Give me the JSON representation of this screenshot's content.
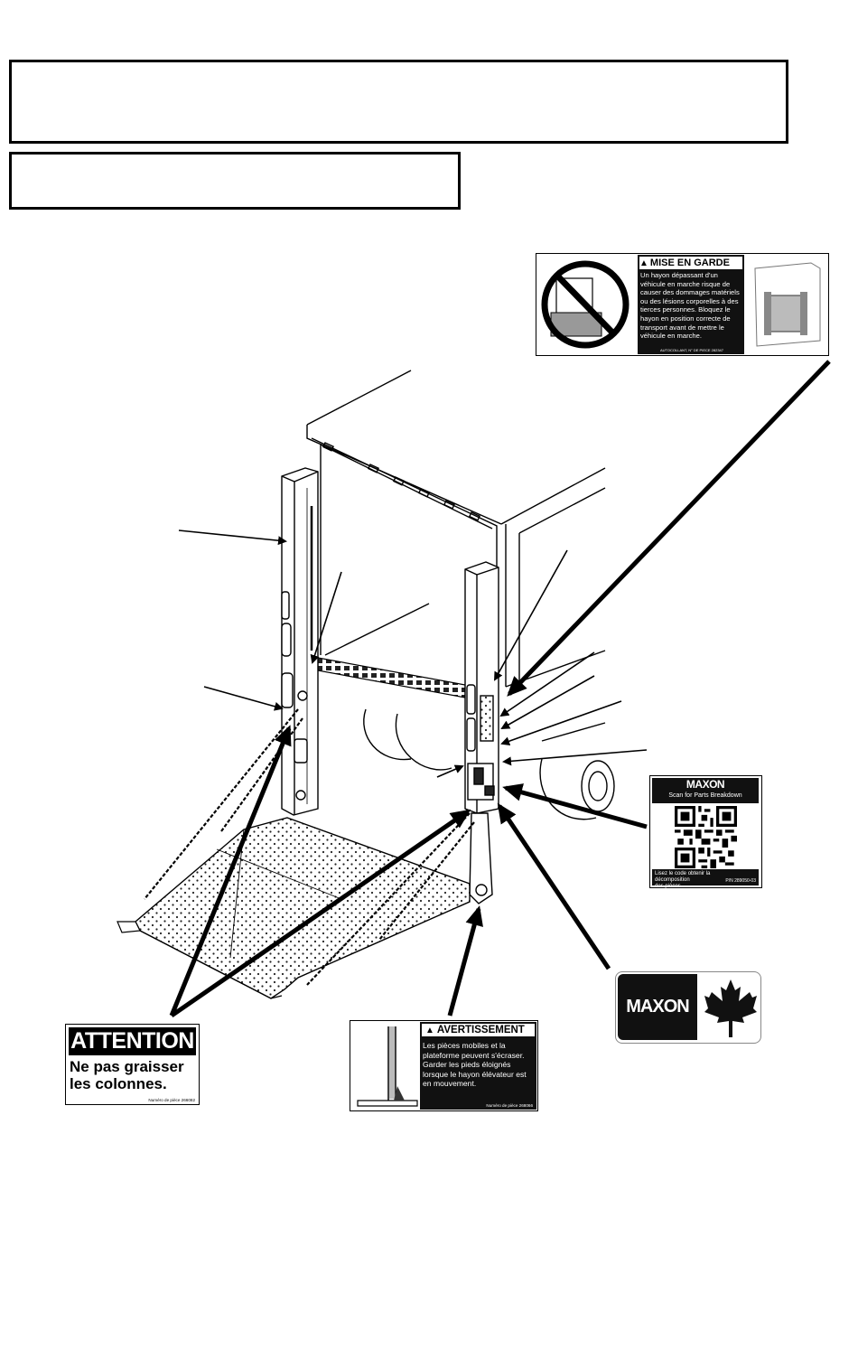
{
  "header": {
    "title_box_text": "",
    "subtitle_box_text": ""
  },
  "decals": {
    "mise_en_garde": {
      "header": "MISE EN GARDE",
      "body": "Un hayon dépassant d'un véhicule en marche risque de causer des dommages matériels ou des lésions corporelles à des tierces personnes. Bloquez le hayon en position correcte de transport avant de mettre le véhicule en marche.",
      "part_number": "AUTOCOLLANT, N° DE PIECE 282347"
    },
    "avertissement": {
      "header": "AVERTISSEMENT",
      "body": "Les pièces mobiles et la plateforme peuvent s'écraser. Garder les pieds éloignés lorsque le hayon élévateur est en mouvement.",
      "part_number": "Numéro de pièce 268066"
    },
    "attention": {
      "header": "ATTENTION",
      "body": "Ne pas graisser\nles colonnes.",
      "part_number": "Numéro de pièce 266082"
    },
    "qr": {
      "brand": "MAXON",
      "subtitle": "Scan for Parts Breakdown",
      "footer": "Lisez le code obtenir la\ndécomposition\ndes pièces",
      "part_number": "P/N 289050-03"
    },
    "logo": {
      "brand": "MAXON"
    }
  },
  "icons": [
    "warning-triangle-icon",
    "maple-leaf-icon",
    "qr-code-icon",
    "prohibition-icon"
  ]
}
